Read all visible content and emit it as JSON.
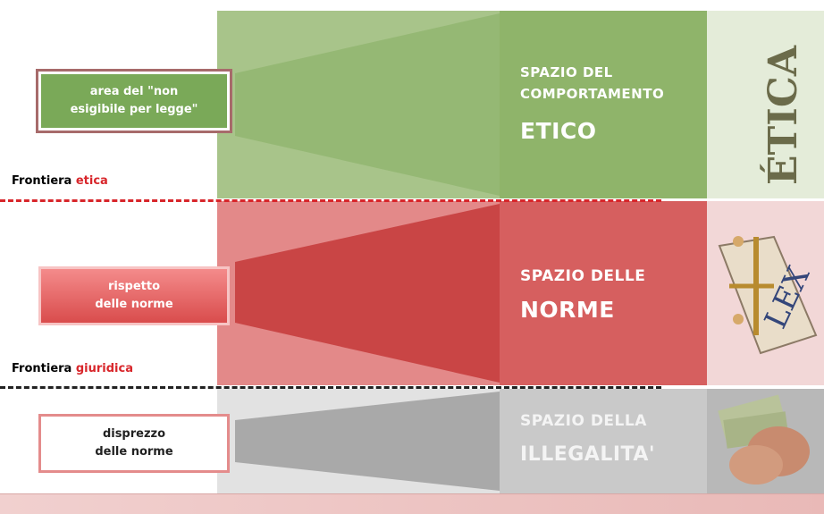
{
  "colors": {
    "ethic": "#8fb46a",
    "norms": "#d65f5f",
    "illegal": "#c9c9c9",
    "frontier_accent": "#d8262b"
  },
  "zones": {
    "ethic": {
      "box_text_1": "area del \"non",
      "box_text_2": "esigibile per legge\"",
      "title_1": "SPAZIO DEL",
      "title_2": "COMPORTAMENTO",
      "title_3": "ETICO",
      "image_word": "ÉTICA",
      "icon": "etica-letters-icon"
    },
    "norms": {
      "box_text_1": "rispetto",
      "box_text_2": "delle norme",
      "title_1": "SPAZIO DELLE",
      "title_2": "NORME",
      "image_word": "LEX",
      "icon": "lex-book-scales-icon"
    },
    "illegal": {
      "box_text_1": "disprezzo",
      "box_text_2": "delle norme",
      "title_1": "SPAZIO DELLA",
      "title_2": "ILLEGALITA'",
      "icon": "money-hands-icon"
    }
  },
  "frontiers": {
    "ethic": {
      "prefix": "Frontiera ",
      "accent": "etica"
    },
    "legal": {
      "prefix": "Frontiera ",
      "accent": "giuridica"
    }
  }
}
